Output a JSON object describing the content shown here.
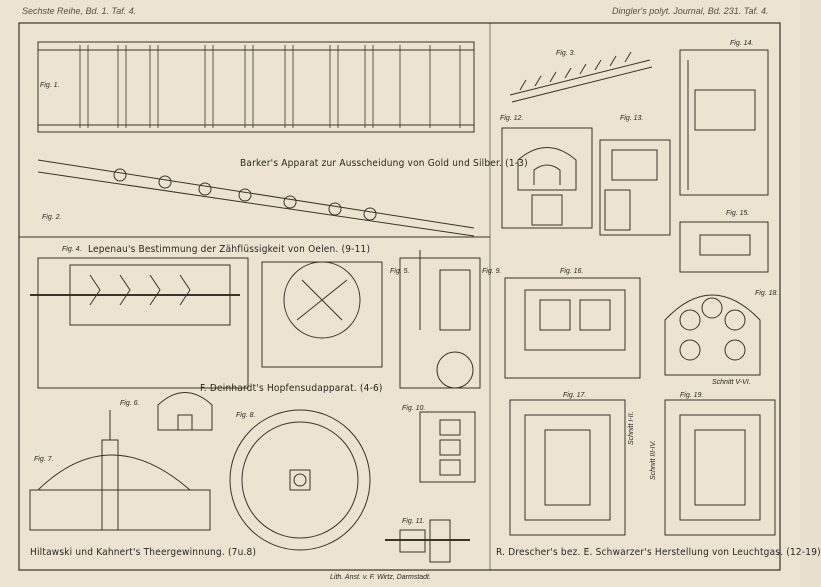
{
  "header": {
    "left": "Sechste Reihe, Bd. 1. Taf. 4.",
    "right": "Dingler's polyt. Journal, Bd. 231. Taf. 4."
  },
  "captions": {
    "barker": "Barker's Apparat zur Ausscheidung von Gold und Silber. (1-3)",
    "lepenau": "Lepenau's Bestimmung der Zähflüssigkeit von Oelen. (9-11)",
    "deinhardt": "F. Deinhardt's Hopfensudapparat. (4-6)",
    "hiltawski": "Hiltawski und Kahnert's Theergewinnung. (7u.8)",
    "drescher": "R. Drescher's bez. E. Schwarzer's Herstellung von Leuchtgas. (12-19)"
  },
  "figures": {
    "f1": "Fig. 1.",
    "f2": "Fig. 2.",
    "f3": "Fig. 3.",
    "f4": "Fig. 4.",
    "f5": "Fig. 5.",
    "f6": "Fig. 6.",
    "f7": "Fig. 7.",
    "f8": "Fig. 8.",
    "f9": "Fig. 9.",
    "f10": "Fig. 10.",
    "f11": "Fig. 11.",
    "f12": "Fig. 12.",
    "f13": "Fig. 13.",
    "f14": "Fig. 14.",
    "f15": "Fig. 15.",
    "f16": "Fig. 16.",
    "f17": "Fig. 17.",
    "f18": "Fig. 18.",
    "f19": "Fig. 19."
  },
  "sections": {
    "s1": "Schnitt V-VI.",
    "s2": "Schnitt I-II.",
    "s3": "Schnitt III-IV."
  },
  "footer": "Lith. Anst. v. F. Wirtz, Darmstadt."
}
